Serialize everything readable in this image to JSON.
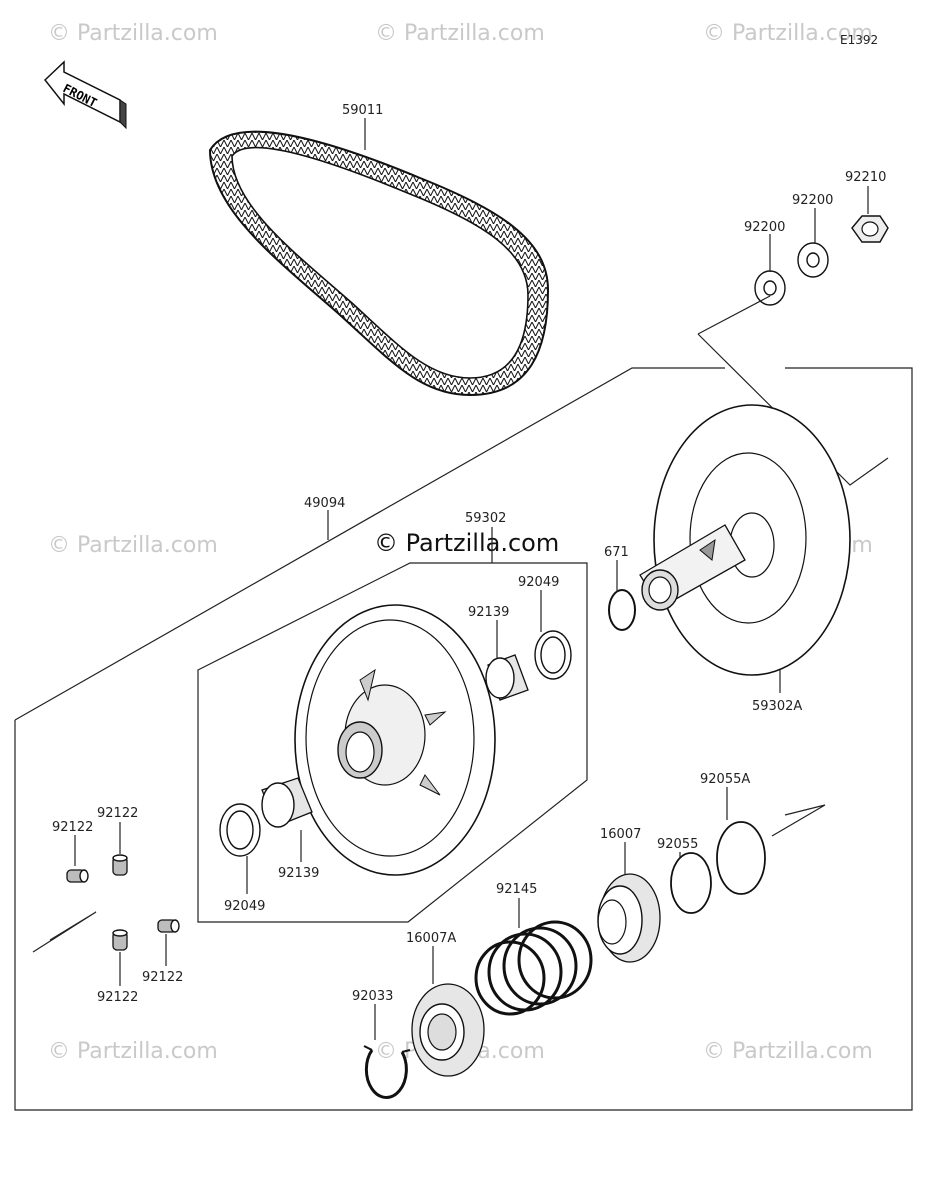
{
  "diagram_code": "E1392",
  "front_arrow_label": "FRONT",
  "watermark": "© Partzilla.com",
  "parts": {
    "p59011": "59011",
    "p92210": "92210",
    "p92200a": "92200",
    "p92200b": "92200",
    "p49094": "49094",
    "p59302": "59302",
    "p671": "671",
    "p92049a": "92049",
    "p92139a": "92139",
    "p59302A": "59302A",
    "p92122a": "92122",
    "p92122b": "92122",
    "p92139b": "92139",
    "p92049b": "92049",
    "p92122c": "92122",
    "p92122d": "92122",
    "p92055A": "92055A",
    "p92055": "92055",
    "p16007": "16007",
    "p92145": "92145",
    "p16007A": "16007A",
    "p92033": "92033"
  }
}
